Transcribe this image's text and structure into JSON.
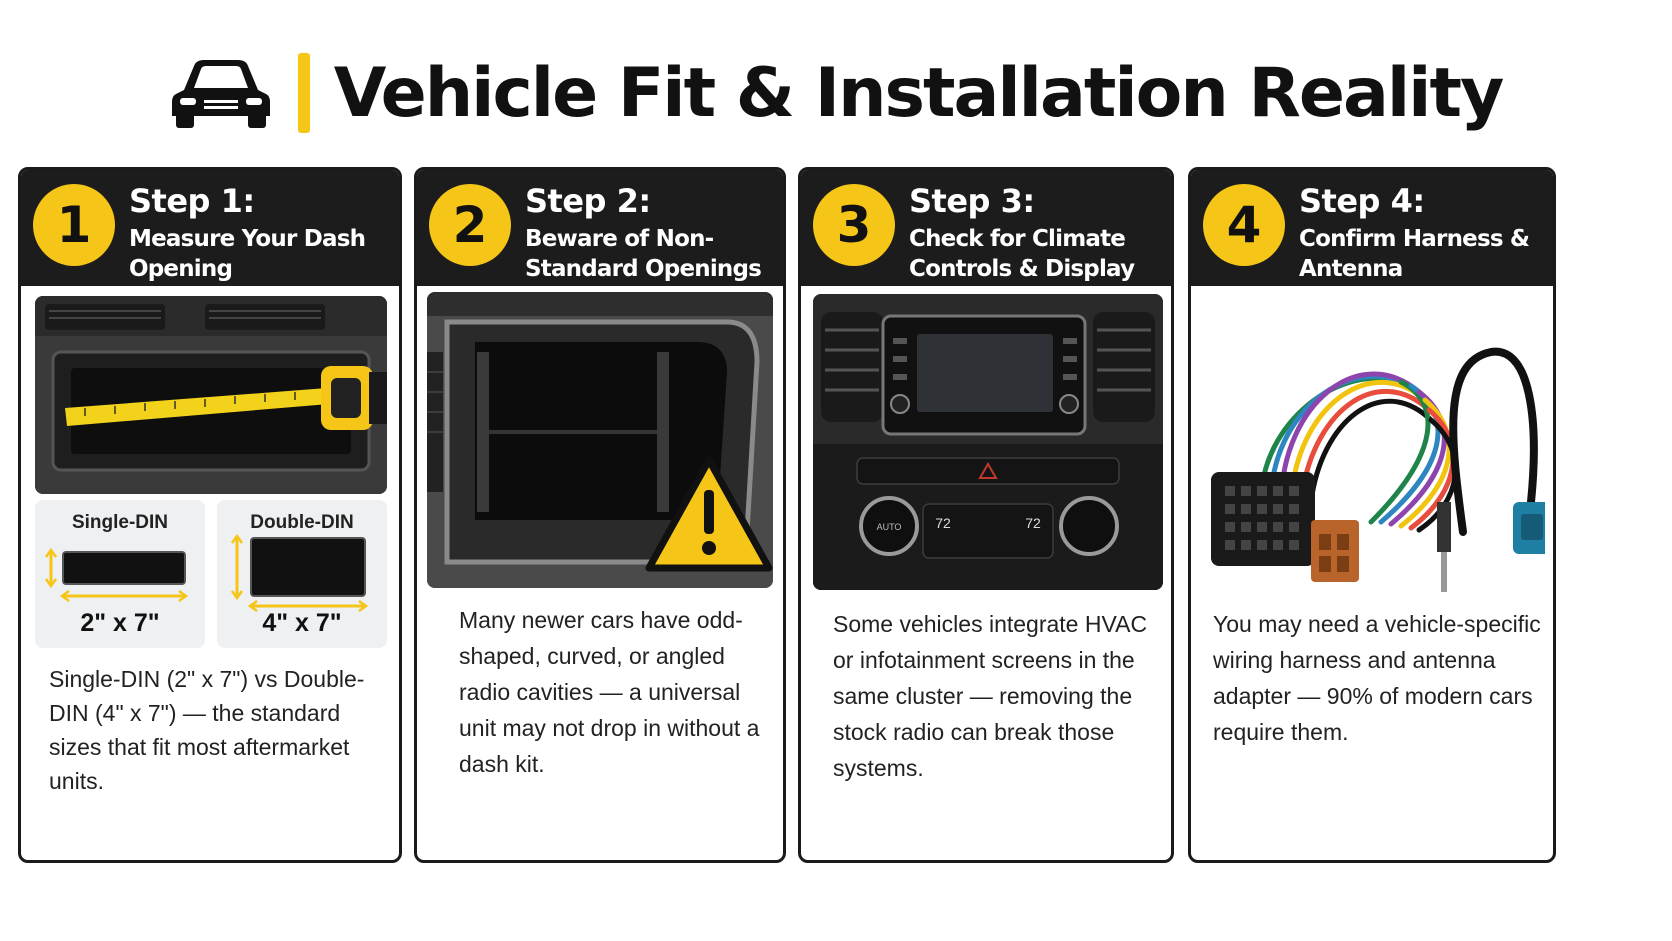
{
  "header": {
    "title": "Vehicle Fit & Installation Reality",
    "icon": "car-icon",
    "accent_color": "#f5c518"
  },
  "colors": {
    "card_header_bg": "#1c1c1c",
    "badge": "#f5c518",
    "card_border": "#1a1a1a"
  },
  "steps": [
    {
      "number": "1",
      "label": "Step 1:",
      "subtitle": "Measure Your Dash Opening",
      "image": "tape-measure-dash-photo",
      "din": {
        "single": {
          "title": "Single-DIN",
          "size": "2\" x 7\""
        },
        "double": {
          "title": "Double-DIN",
          "size": "4\" x 7\""
        }
      },
      "text": "Single-DIN (2\" x 7\") vs Double-DIN (4\" x 7\") — the standard sizes that fit most aftermarket units."
    },
    {
      "number": "2",
      "label": "Step 2:",
      "subtitle": "Beware of Non-Standard Openings",
      "image": "odd-shaped-radio-cavity-photo",
      "text": "Many newer cars have odd-shaped, curved, or angled radio cavities — a universal unit may not drop in without a dash kit."
    },
    {
      "number": "3",
      "label": "Step 3:",
      "subtitle": "Check for Climate Controls & Display Integration",
      "image": "integrated-hvac-infotainment-photo",
      "hvac": {
        "temp_left": "72",
        "temp_right": "72",
        "auto": "AUTO"
      },
      "text": "Some vehicles integrate HVAC or infotainment screens in the same cluster — removing the stock radio can break those systems."
    },
    {
      "number": "4",
      "label": "Step 4:",
      "subtitle": "Confirm Harness & Antenna Compatibility",
      "image": "wiring-harness-antenna-adapter-photo",
      "text": "You may need a vehicle-specific wiring harness and antenna adapter — 90% of modern cars require them."
    }
  ]
}
